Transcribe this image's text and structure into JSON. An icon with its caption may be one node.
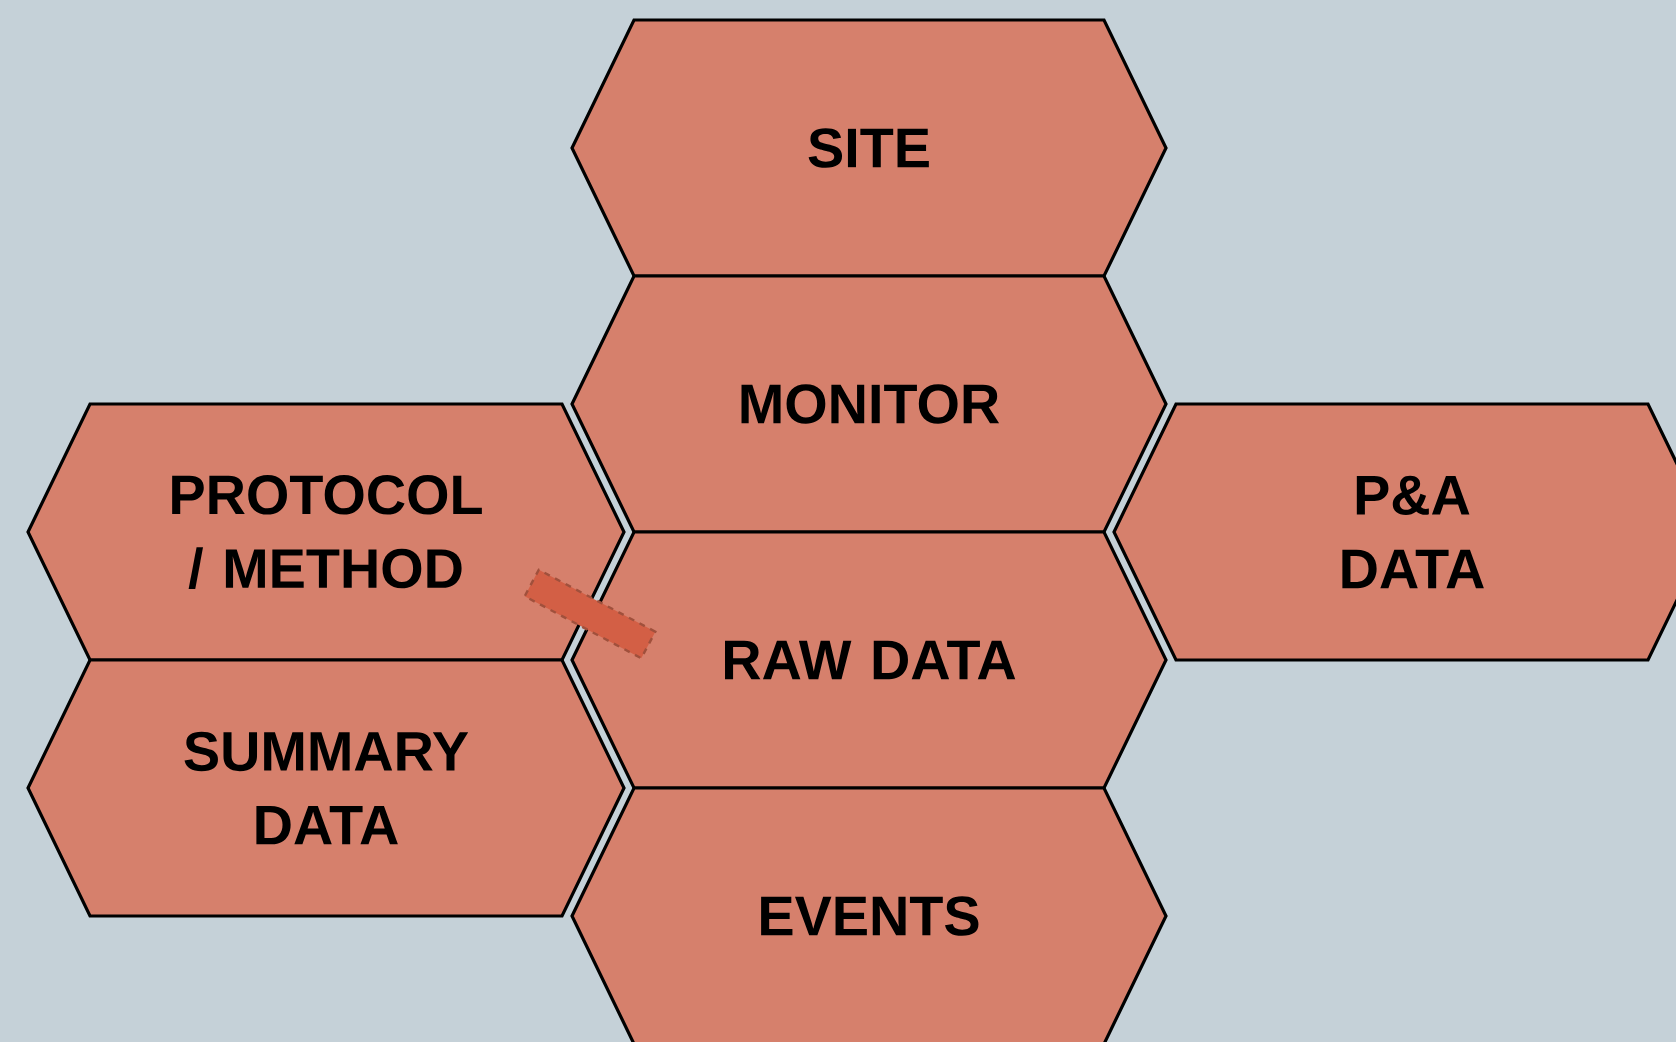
{
  "diagram": {
    "nodes": [
      {
        "text": [
          "SITE"
        ]
      },
      {
        "text": [
          "MONITOR"
        ]
      },
      {
        "text": [
          "PROTOCOL / METHOD"
        ]
      },
      {
        "text": [
          "P&A DATA"
        ]
      },
      {
        "text": [
          "RAW DATA"
        ]
      },
      {
        "text": [
          "SUMMARY DATA"
        ]
      },
      {
        "text": [
          "EVENTS"
        ]
      },
      {
        "text": [],
        "shape": "bar"
      }
    ]
  }
}
